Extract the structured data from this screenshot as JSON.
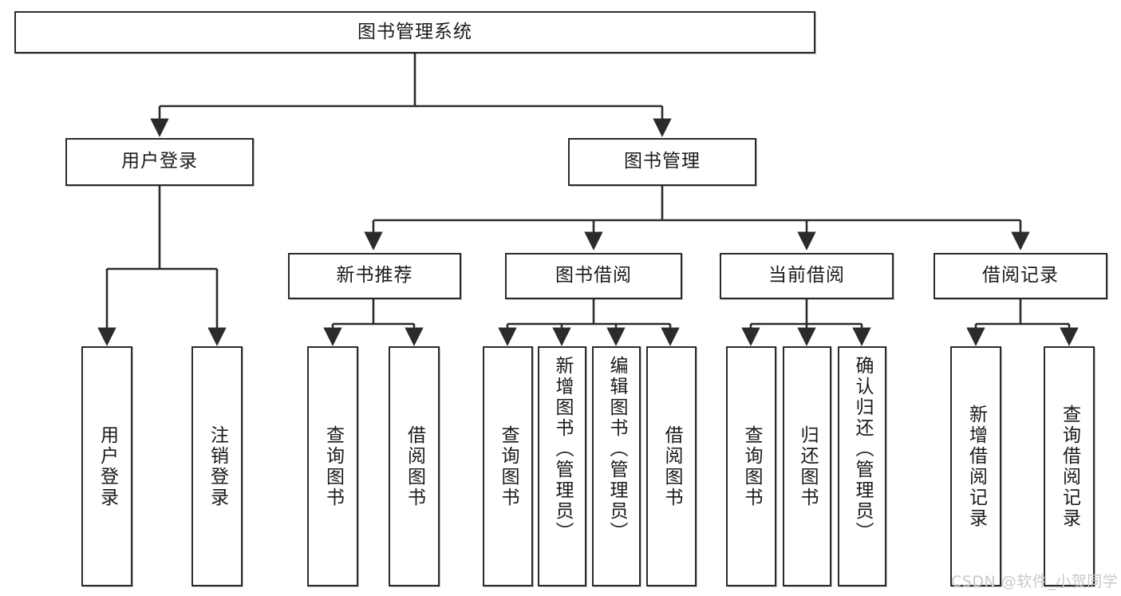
{
  "diagram": {
    "title": "图书管理系统",
    "type": "tree-hierarchy-diagram",
    "root": {
      "id": "root",
      "label": "图书管理系统"
    },
    "level2": [
      {
        "id": "user-login",
        "label": "用户登录"
      },
      {
        "id": "book-management",
        "label": "图书管理"
      }
    ],
    "level3": [
      {
        "id": "new-book-recommend",
        "label": "新书推荐"
      },
      {
        "id": "book-borrow",
        "label": "图书借阅"
      },
      {
        "id": "current-borrow",
        "label": "当前借阅"
      },
      {
        "id": "borrow-record",
        "label": "借阅记录"
      }
    ],
    "leaves": {
      "user_login": [
        {
          "id": "leaf-user-login",
          "label": "用户登录"
        },
        {
          "id": "leaf-logout-login",
          "label": "注销登录"
        }
      ],
      "new_book_recommend": [
        {
          "id": "leaf-query-book-1",
          "label": "查询图书"
        },
        {
          "id": "leaf-borrow-book-1",
          "label": "借阅图书"
        }
      ],
      "book_borrow": [
        {
          "id": "leaf-query-book-2",
          "label": "查询图书"
        },
        {
          "id": "leaf-add-book",
          "label": "新增图书（管理员）"
        },
        {
          "id": "leaf-edit-book",
          "label": "编辑图书（管理员）"
        },
        {
          "id": "leaf-borrow-book-2",
          "label": "借阅图书"
        }
      ],
      "current_borrow": [
        {
          "id": "leaf-query-book-3",
          "label": "查询图书"
        },
        {
          "id": "leaf-return-book",
          "label": "归还图书"
        },
        {
          "id": "leaf-confirm-return",
          "label": "确认归还（管理员）"
        }
      ],
      "borrow_record": [
        {
          "id": "leaf-add-record",
          "label": "新增借阅记录"
        },
        {
          "id": "leaf-query-record",
          "label": "查询借阅记录"
        }
      ]
    }
  },
  "watermark": {
    "text": "CSDN @软件_小贺同学"
  },
  "colors": {
    "stroke": "#2b2b2b",
    "fill": "#ffffff",
    "text": "#1a1a1a",
    "watermark": "#c9c9c9"
  }
}
